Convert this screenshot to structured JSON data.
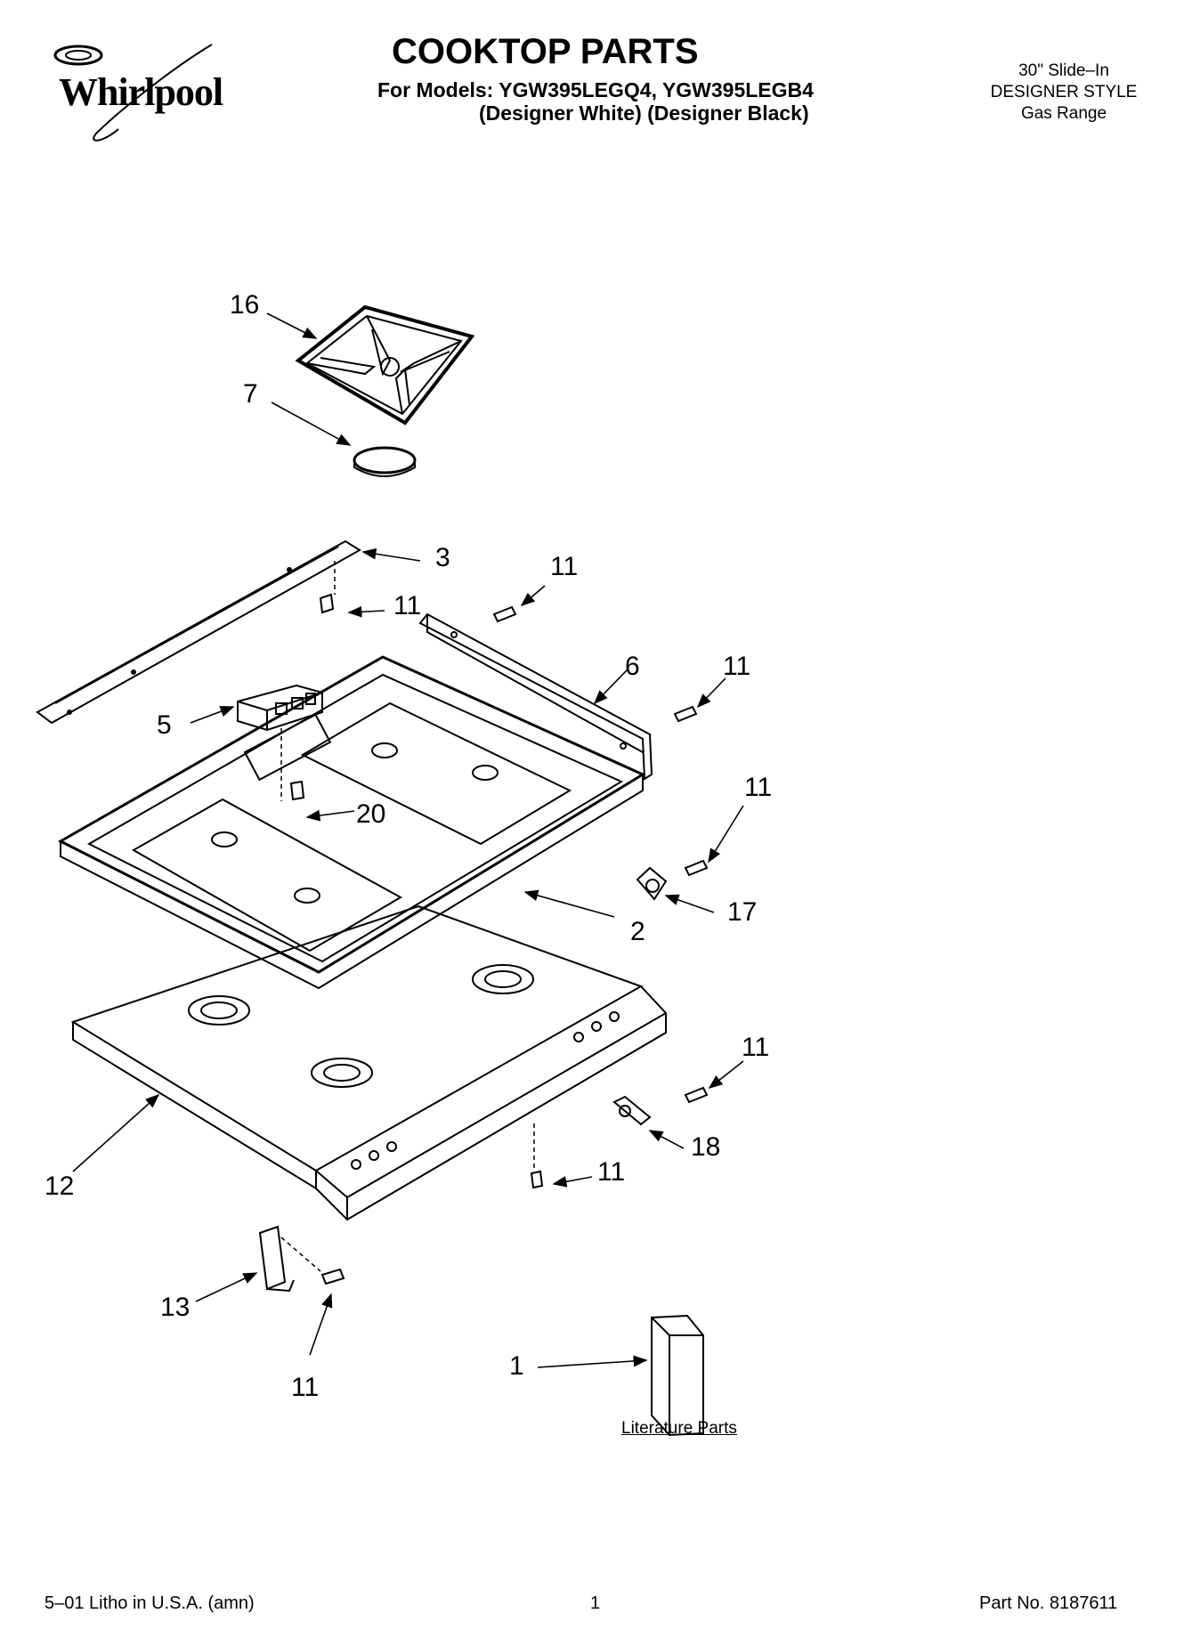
{
  "brand": {
    "logo_text": "Whirlpool"
  },
  "header": {
    "title": "COOKTOP PARTS",
    "models_line": "For Models: YGW395LEGQ4, YGW395LEGB4",
    "variants_line": "(Designer White)   (Designer Black)"
  },
  "range_info": {
    "line1": "30\" Slide–In",
    "line2": "DESIGNER STYLE",
    "line3": "Gas Range"
  },
  "callouts": [
    {
      "id": "c16",
      "label": "16"
    },
    {
      "id": "c7",
      "label": "7"
    },
    {
      "id": "c3",
      "label": "3"
    },
    {
      "id": "c11a",
      "label": "11"
    },
    {
      "id": "c11b",
      "label": "11"
    },
    {
      "id": "c6",
      "label": "6"
    },
    {
      "id": "c11c",
      "label": "11"
    },
    {
      "id": "c5",
      "label": "5"
    },
    {
      "id": "c20",
      "label": "20"
    },
    {
      "id": "c11d",
      "label": "11"
    },
    {
      "id": "c17",
      "label": "17"
    },
    {
      "id": "c2",
      "label": "2"
    },
    {
      "id": "c11e",
      "label": "11"
    },
    {
      "id": "c18",
      "label": "18"
    },
    {
      "id": "c11f",
      "label": "11"
    },
    {
      "id": "c12",
      "label": "12"
    },
    {
      "id": "c13",
      "label": "13"
    },
    {
      "id": "c11g",
      "label": "11"
    },
    {
      "id": "c1",
      "label": "1"
    }
  ],
  "literature_label": "Literature Parts",
  "footer": {
    "left": "5–01 Litho in U.S.A. (amn)",
    "center": "1",
    "right": "Part No. 8187611"
  }
}
